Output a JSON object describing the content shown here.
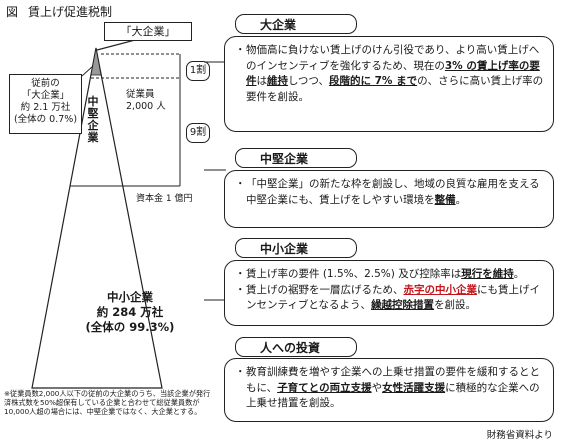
{
  "figure": {
    "tag": "図",
    "title": "賃上げ促進税制"
  },
  "left": {
    "callout": "「大企業」",
    "old_large": {
      "line1": "従前の",
      "line2": "「大企業」",
      "line3": "約 2.1 万社",
      "line4": "(全体の 0.7%)"
    },
    "midsize_label": "中堅企業",
    "employee_label_1": "従業員",
    "employee_label_2": "2,000 人",
    "ratio_top": "1割",
    "ratio_bottom": "9割",
    "capital_label": "資本金 1 億円",
    "sme": {
      "line1": "中小企業",
      "line2": "約 284 万社",
      "line3": "(全体の 99.3%)"
    },
    "note": "※従業員数2,000人以下の従前の大企業のうち、当該企業が発行済株式数を50%超保有している企業と合わせて総従業員数が10,000人超の場合には、中堅企業ではなく、大企業とする。",
    "source": "財務省資料より"
  },
  "panels": {
    "large": {
      "title": "大企業",
      "b1_a": "物価高に負けない賃上げのけん引役であり、より高い賃上げへのインセンティブを強化するため、現在の",
      "b1_b": "3% の賃上げ率の要件",
      "b1_c": "は",
      "b1_d": "維持",
      "b1_e": "しつつ、",
      "b1_f": "段階的に 7% まで",
      "b1_g": "の、さらに高い賃上げ率の要件を創設。"
    },
    "mid": {
      "title": "中堅企業",
      "b1_a": "「中堅企業」の新たな枠を創設し、地域の良質な雇用を支える中堅企業にも、賃上げをしやすい環境を",
      "b1_b": "整備",
      "b1_c": "。"
    },
    "sme": {
      "title": "中小企業",
      "b1_a": "賃上げ率の要件 (1.5%、2.5%) 及び控除率は",
      "b1_b": "現行を維持",
      "b1_c": "。",
      "b2_a": "賃上げの裾野を一層広げるため、",
      "b2_b": "赤字の中小企業",
      "b2_c": "にも賃上げインセンティブとなるよう、",
      "b2_d": "繰越控除措置",
      "b2_e": "を創設。"
    },
    "people": {
      "title": "人への投資",
      "b1_a": "教育訓練費を増やす企業への上乗せ措置の要件を緩和するとともに、",
      "b1_b": "子育てとの両立支援",
      "b1_c": "や",
      "b1_d": "女性活躍支援",
      "b1_e": "に積極的な企業への上乗せ措置を創設。"
    }
  },
  "bullet_char": "・",
  "colors": {
    "accent_red": "#c4161c",
    "line": "#222222"
  }
}
